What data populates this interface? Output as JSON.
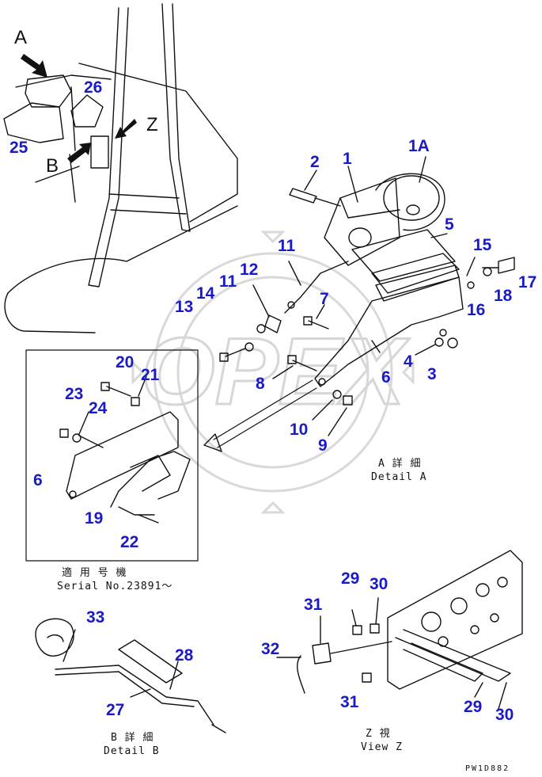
{
  "view_labels": {
    "a": "A",
    "b": "B",
    "z": "Z"
  },
  "callouts": {
    "n1": "1",
    "n1a": "1A",
    "n2": "2",
    "n3": "3",
    "n4": "4",
    "n5": "5",
    "n6a": "6",
    "n6b": "6",
    "n7": "7",
    "n8": "8",
    "n9": "9",
    "n10": "10",
    "n11a": "11",
    "n11b": "11",
    "n12": "12",
    "n13": "13",
    "n14": "14",
    "n15": "15",
    "n16": "16",
    "n17": "17",
    "n18": "18",
    "n19": "19",
    "n20": "20",
    "n21": "21",
    "n22": "22",
    "n23": "23",
    "n24": "24",
    "n25": "25",
    "n26": "26",
    "n27": "27",
    "n28": "28",
    "n29a": "29",
    "n29b": "29",
    "n30a": "30",
    "n30b": "30",
    "n31a": "31",
    "n31b": "31",
    "n32": "32",
    "n33": "33"
  },
  "captions": {
    "detail_a_jp": "A 詳 細",
    "detail_a_en": "Detail A",
    "serial_jp": "適 用 号 機",
    "serial_en": "Serial No.23891～",
    "detail_b_jp": "B 詳 細",
    "detail_b_en": "Detail B",
    "view_z_jp": "Z   視",
    "view_z_en": "View Z"
  },
  "drawing_code": "PW1D882",
  "watermark": "OPEX",
  "colors": {
    "callout": "#1a1ac8",
    "line": "#111111",
    "watermark": "#d9d9d9"
  }
}
